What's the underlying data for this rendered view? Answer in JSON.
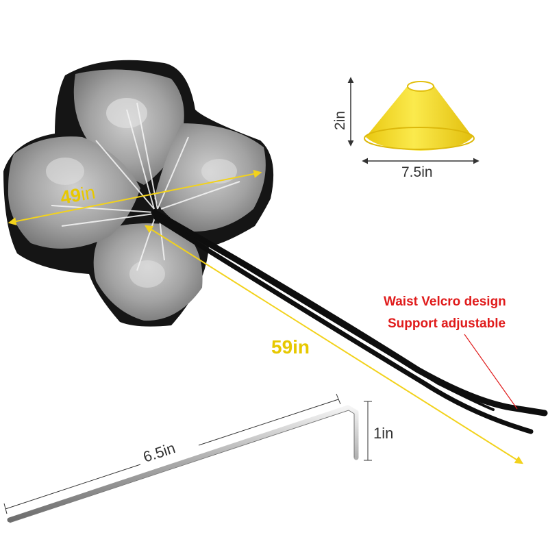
{
  "parachute": {
    "width_label_num": "49",
    "width_label_unit": "in",
    "length_label": "59in",
    "canopy_color": "#9a9a9a",
    "rim_color": "#151515",
    "highlight_color": "#e2e2e2"
  },
  "cone": {
    "height_label": "2in",
    "width_label": "7.5in",
    "color": "#f7e12a"
  },
  "stake": {
    "length_label": "6.5in",
    "height_label": "1in"
  },
  "callout": {
    "line1": "Waist Velcro design",
    "line2": "Support adjustable",
    "color": "#e01b1b"
  },
  "colors": {
    "dimension_yellow": "#f2d21c",
    "dimension_dark": "#333333",
    "label_yellow": "#e7c800"
  }
}
